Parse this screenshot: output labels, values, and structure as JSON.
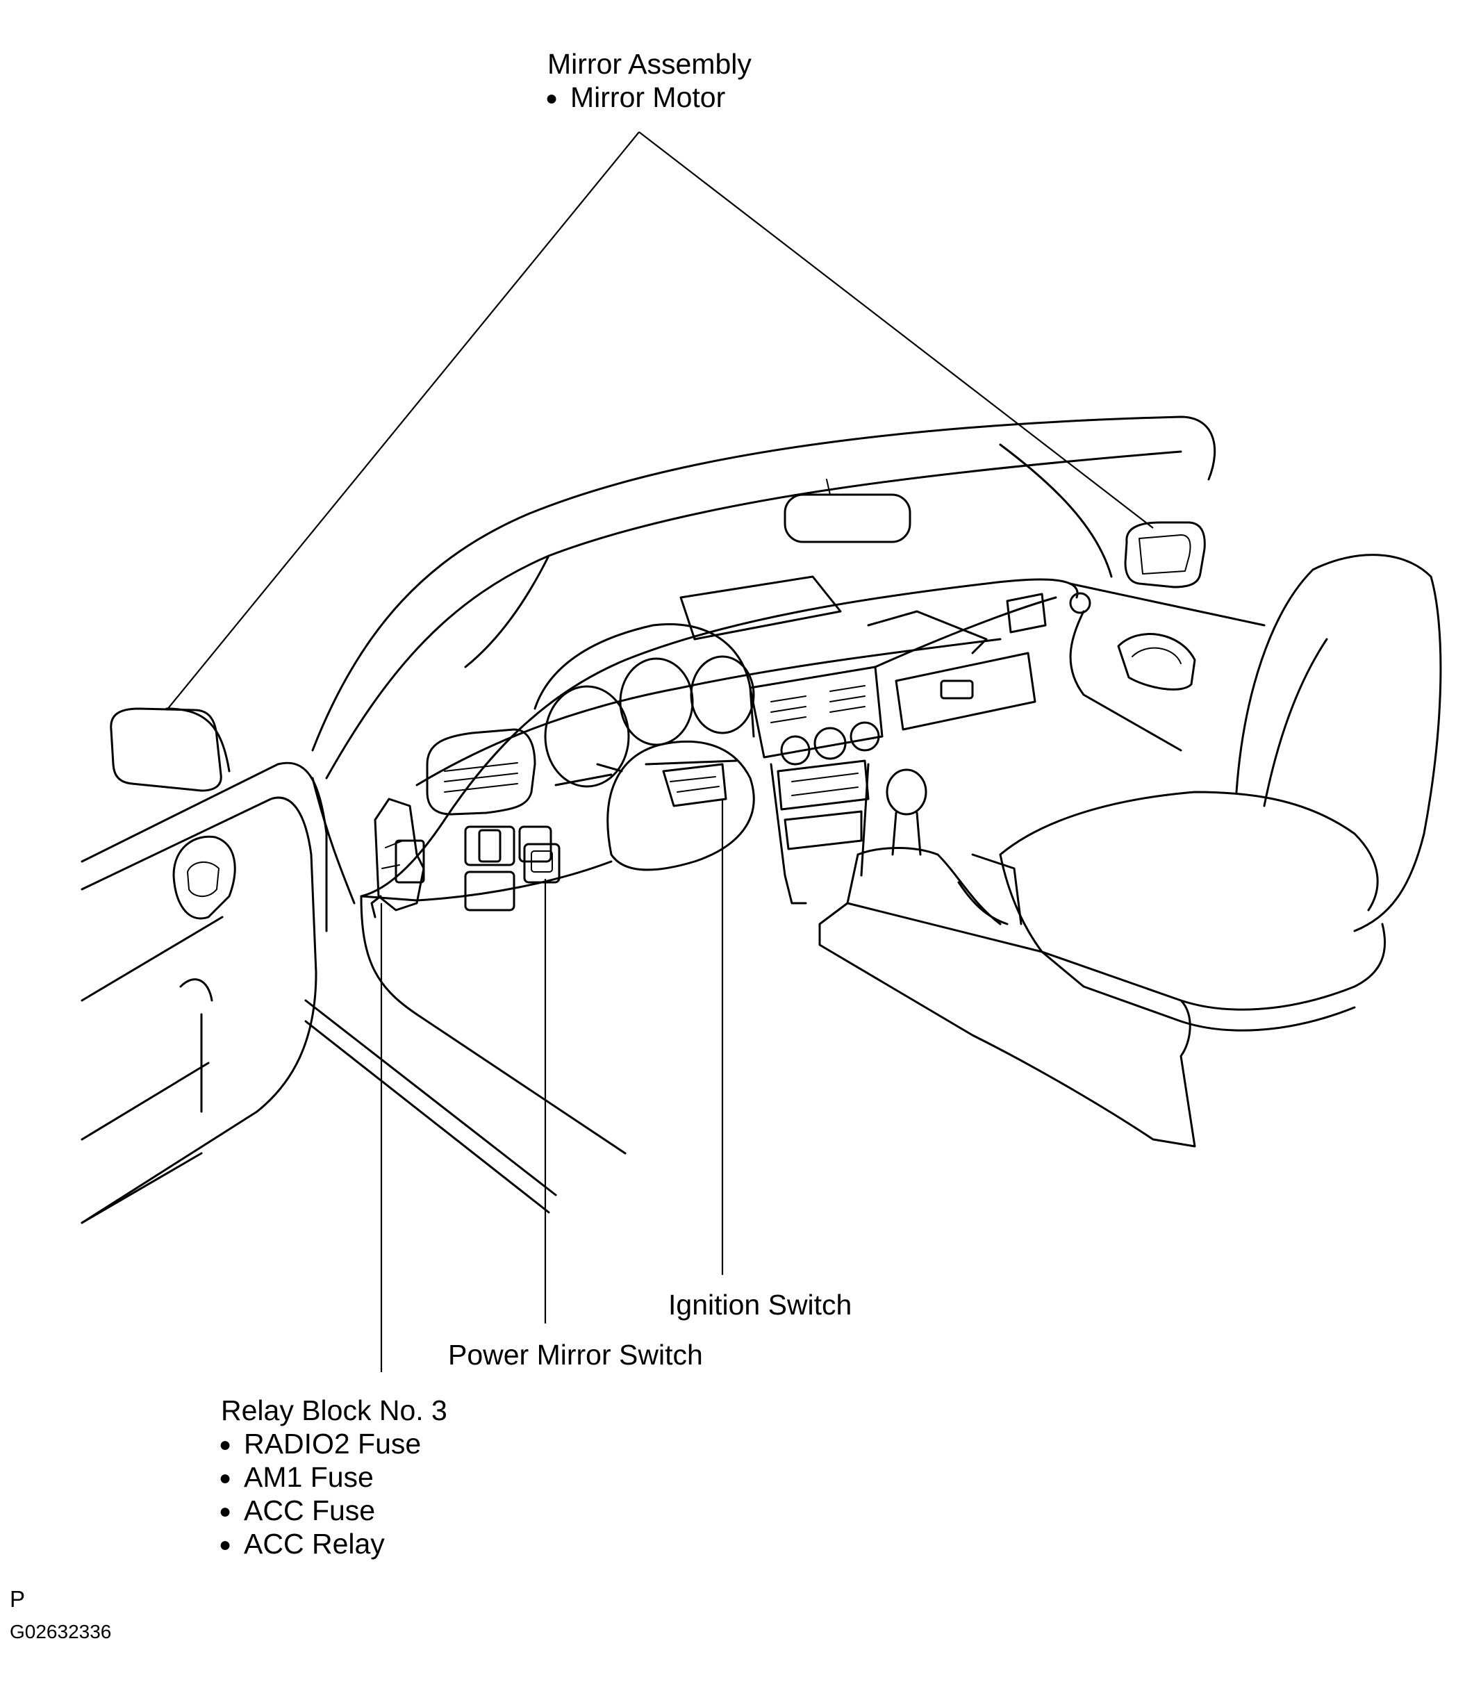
{
  "labels": {
    "mirror_assembly": "Mirror Assembly",
    "mirror_motor": "Mirror Motor",
    "ignition_switch": "Ignition Switch",
    "power_mirror_switch": "Power Mirror Switch",
    "relay_block": "Relay Block No. 3",
    "radio2_fuse": "RADIO2 Fuse",
    "am1_fuse": "AM1 Fuse",
    "acc_fuse": "ACC Fuse",
    "acc_relay": "ACC Relay"
  },
  "footer": {
    "page_mark": "P",
    "figure_id": "G02632336"
  },
  "icons": {
    "bullet": "filled-circle"
  }
}
